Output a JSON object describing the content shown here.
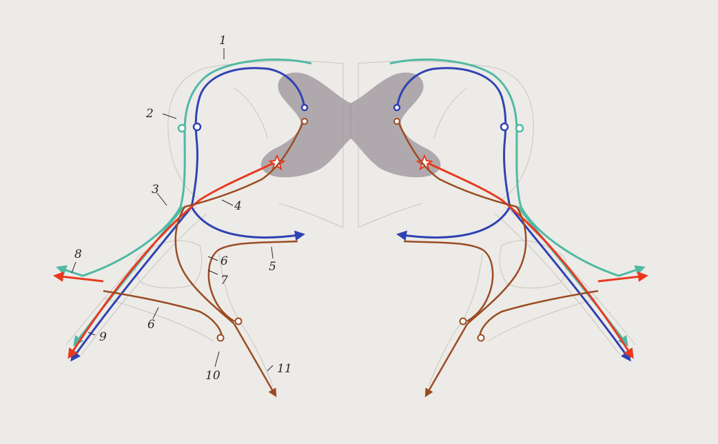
{
  "colors": {
    "paper": "#ecebe7",
    "gray_matter": "#a49ea2",
    "outline": "#c9c5bf",
    "teal": "#4fb9a4",
    "blue": "#2f42b4",
    "red": "#e8391f",
    "brown": "#9b4b22",
    "label": "#2a2623"
  },
  "labels": [
    {
      "id": "1",
      "text": "1"
    },
    {
      "id": "2",
      "text": "2"
    },
    {
      "id": "3",
      "text": "3"
    },
    {
      "id": "4",
      "text": "4"
    },
    {
      "id": "5",
      "text": "5"
    },
    {
      "id": "6a",
      "text": "6"
    },
    {
      "id": "6b",
      "text": "6"
    },
    {
      "id": "7",
      "text": "7"
    },
    {
      "id": "8",
      "text": "8"
    },
    {
      "id": "9",
      "text": "9"
    },
    {
      "id": "10",
      "text": "10"
    },
    {
      "id": "11",
      "text": "11"
    }
  ]
}
